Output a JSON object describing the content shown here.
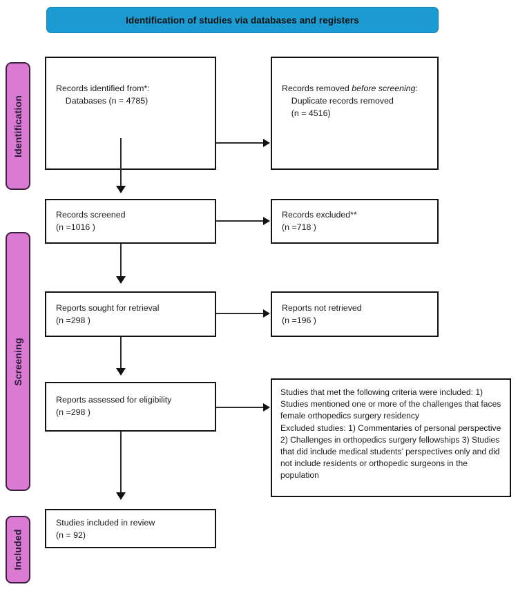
{
  "diagram": {
    "type": "prisma-flow-diagram",
    "banner": {
      "title": "Identification of studies via databases and registers",
      "color": "#1b9bd1"
    },
    "stage_color": "#da7ad2",
    "stages": [
      {
        "id": "identification",
        "label": "Identification"
      },
      {
        "id": "screening",
        "label": "Screening"
      },
      {
        "id": "included",
        "label": "Included"
      }
    ],
    "boxes": {
      "records_identified": "Records identified from*:\n    Databases (n = 4785)",
      "records_removed_line1": "Records removed ",
      "records_removed_italic": "before screening",
      "records_removed_line2": ":\n    Duplicate records removed\n    (n = 4516)",
      "records_screened": "Records screened\n(n =1016 )",
      "records_excluded": "Records excluded**\n(n =718 )",
      "reports_sought": "Reports sought for retrieval\n(n =298 )",
      "reports_not_retrieved": "Reports not retrieved\n(n =196 )",
      "reports_assessed": "Reports assessed for eligibility\n(n =298 )",
      "criteria": "Studies that met the following criteria were included: 1) Studies mentioned one or more of the challenges that faces female orthopedics surgery residency\nExcluded studies: 1) Commentaries of personal perspective 2) Challenges in orthopedics surgery fellowships 3) Studies that did include medical students’ perspectives only and did not include residents or orthopedic surgeons in the population",
      "studies_included": "Studies included in review\n(n = 92)"
    },
    "counts": {
      "records_identified_databases": 4785,
      "duplicate_records_removed": 4516,
      "records_screened": 1016,
      "records_excluded": 718,
      "reports_sought_for_retrieval": 298,
      "reports_not_retrieved": 196,
      "reports_assessed_for_eligibility": 298,
      "studies_included_in_review": 92
    }
  }
}
